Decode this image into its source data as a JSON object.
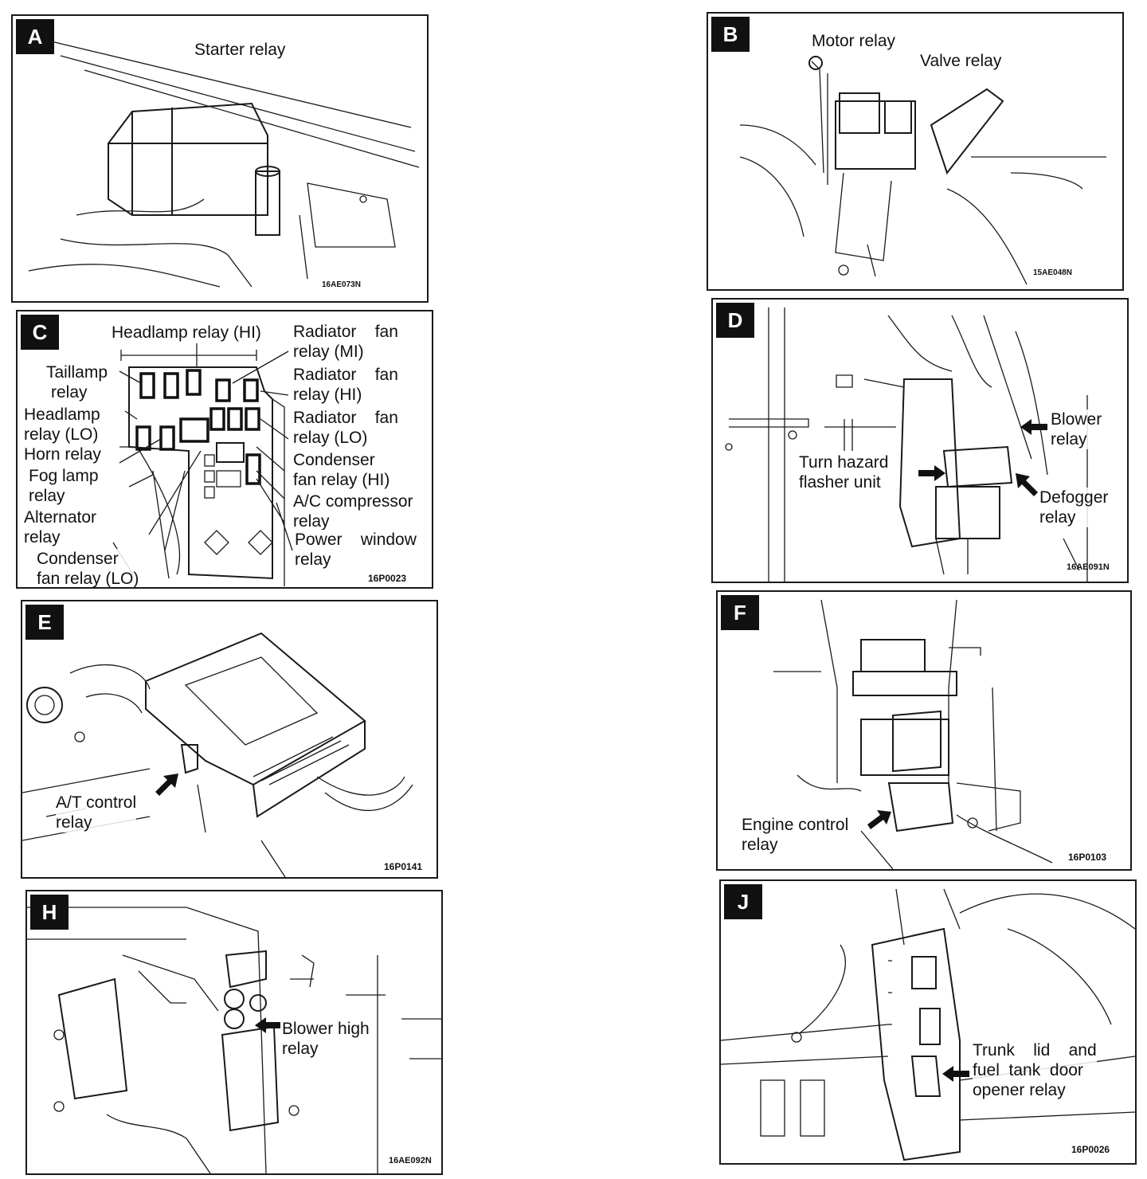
{
  "panels": {
    "A": {
      "letter": "A",
      "labels": {
        "starter": "Starter relay"
      },
      "code": "16AE073N"
    },
    "B": {
      "letter": "B",
      "labels": {
        "motor": "Motor relay",
        "valve": "Valve relay"
      },
      "code": "15AE048N"
    },
    "C": {
      "letter": "C",
      "labels": {
        "headlamp_hi": "Headlamp relay (HI)",
        "radiator_mi_1": "Radiator    fan",
        "radiator_mi_2": "relay (MI)",
        "radiator_hi_1": "Radiator    fan",
        "radiator_hi_2": "relay (HI)",
        "radiator_lo_1": "Radiator    fan",
        "radiator_lo_2": "relay (LO)",
        "condenser_hi_1": "Condenser",
        "condenser_hi_2": "fan relay (HI)",
        "ac_1": "A/C compressor",
        "ac_2": "relay",
        "power_1": "Power    window",
        "power_2": "relay",
        "taillamp_1": "Taillamp",
        "taillamp_2": "relay",
        "headlamp_lo_1": "Headlamp",
        "headlamp_lo_2": "relay (LO)",
        "horn": "Horn relay",
        "fog_1": "Fog lamp",
        "fog_2": "relay",
        "alt_1": "Alternator",
        "alt_2": "relay",
        "condenser_lo_1": "Condenser",
        "condenser_lo_2": "fan relay (LO)"
      },
      "code": "16P0023"
    },
    "D": {
      "letter": "D",
      "labels": {
        "blower_1": "Blower",
        "blower_2": "relay",
        "turn_1": "Turn hazard",
        "turn_2": "flasher unit",
        "defog_1": "Defogger",
        "defog_2": "relay"
      },
      "code": "16AE091N"
    },
    "E": {
      "letter": "E",
      "labels": {
        "at_1": "A/T control",
        "at_2": "relay"
      },
      "code": "16P0141"
    },
    "F": {
      "letter": "F",
      "labels": {
        "engine_1": "Engine control",
        "engine_2": "relay"
      },
      "code": "16P0103"
    },
    "H": {
      "letter": "H",
      "labels": {
        "blower_high_1": "Blower high",
        "blower_high_2": "relay"
      },
      "code": "16AE092N"
    },
    "J": {
      "letter": "J",
      "labels": {
        "trunk_1": "Trunk    lid    and",
        "trunk_2": "fuel  tank  door",
        "trunk_3": "opener relay"
      },
      "code": "16P0026"
    }
  }
}
